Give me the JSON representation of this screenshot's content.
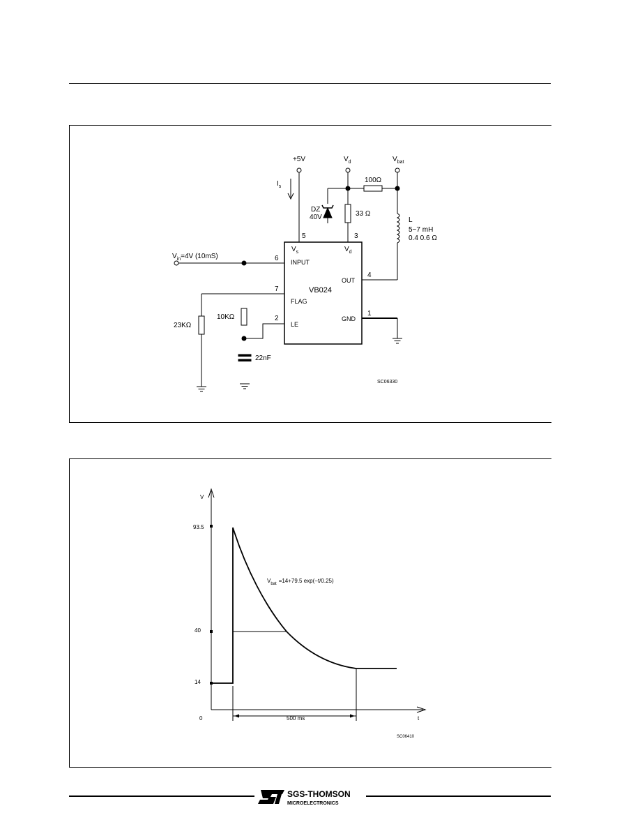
{
  "schematic": {
    "supply_label": "+5V",
    "vd_label_main": "V",
    "vd_label_sub": "d",
    "vbat_label_main": "V",
    "vbat_label_sub": "bat",
    "is_label_main": "I",
    "is_label_sub": "s",
    "r100_label": "100Ω",
    "dz_label_line1": "DZ",
    "dz_label_line2": "40V",
    "r33_label": "33 Ω",
    "l_label_line1": "L",
    "l_label_line2": "5−7  mH",
    "l_label_line3": "0.4  0.6 Ω",
    "pin5": "5",
    "pin3": "3",
    "pin6": "6",
    "pin7": "7",
    "pin2": "2",
    "pin4": "4",
    "pin1": "1",
    "vs_pin_main": "V",
    "vs_pin_sub": "s",
    "vd_pin_main": "V",
    "vd_pin_sub": "d",
    "input_pin": "INPUT",
    "out_pin": "OUT",
    "flag_pin": "FLAG",
    "le_pin": "LE",
    "gnd_pin": "GND",
    "chip_name": "VB024",
    "vin_label_main": "V",
    "vin_label_sub": "in",
    "vin_label_rest": "=4V (10mS)",
    "r23k_label": "23KΩ",
    "r10k_label": "10KΩ",
    "c22_label": "22nF",
    "code": "SC06330"
  },
  "waveform": {
    "y_axis_label": "V",
    "x_axis_label": "t",
    "tick_93_5": "93.5",
    "tick_40": "40",
    "tick_14": "14",
    "tick_0": "0",
    "formula_main": "V",
    "formula_sub": "bat",
    "formula_rest": "=14+79.5 exp(−t/0.25)",
    "duration_label": "500 ms",
    "code": "SC06410"
  },
  "footer": {
    "brand_line1": "SGS-THOMSON",
    "brand_line2": "MICROELECTRONICS"
  }
}
